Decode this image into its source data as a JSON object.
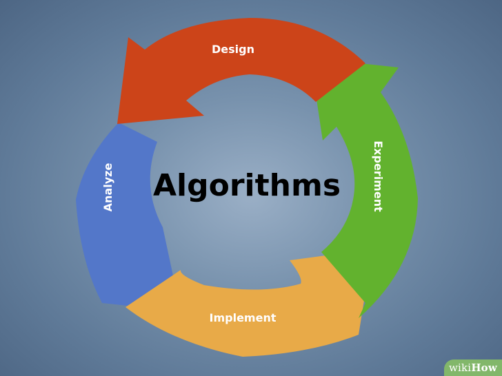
{
  "center_title": "Algorithms",
  "segments": [
    {
      "label": "Design",
      "color": "#cc4419"
    },
    {
      "label": "Experiment",
      "color": "#62b22e"
    },
    {
      "label": "Implement",
      "color": "#e8aa48"
    },
    {
      "label": "Analyze",
      "color": "#5377c9"
    }
  ],
  "watermark": {
    "part1": "wiki",
    "part2": "How"
  }
}
